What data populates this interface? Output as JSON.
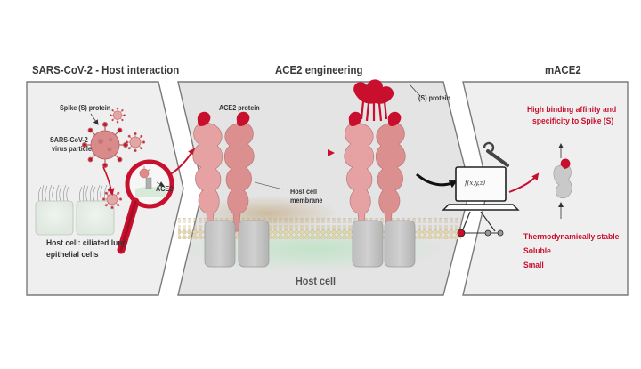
{
  "panels": {
    "panel1_title": "SARS-CoV-2 - Host interaction",
    "panel2_title": "ACE2 engineering",
    "panel3_title": "mACE2"
  },
  "labels": {
    "spike_protein": "Spike (S) protein",
    "virus_particle_line1": "SARS-CoV-2",
    "virus_particle_line2": "virus particle",
    "ace2_small": "ACE2",
    "host_cell_line1": "Host cell: ciliated lung",
    "host_cell_line2": "epithelial cells",
    "ace2_protein": "ACE2 protein",
    "s_protein": "(S) protein",
    "host_cell_membrane_line1": "Host cell",
    "host_cell_membrane_line2": "membrane",
    "host_cell": "Host cell",
    "function_label": "f(x,y,z)"
  },
  "properties": {
    "top_line1": "High binding affinity and",
    "top_line2": "specificity to Spike (S)",
    "bottom": [
      "Thermodynamically stable",
      "Soluble",
      "Small"
    ]
  },
  "colors": {
    "accent_red": "#c8102e",
    "protein_pink": "#e6a2a2",
    "cell_gray": "#c6c6c6",
    "membrane_tan": "#e3d3a8",
    "cytoplasm_green": "#cfe8d2",
    "panel_bg": "#efefef"
  }
}
